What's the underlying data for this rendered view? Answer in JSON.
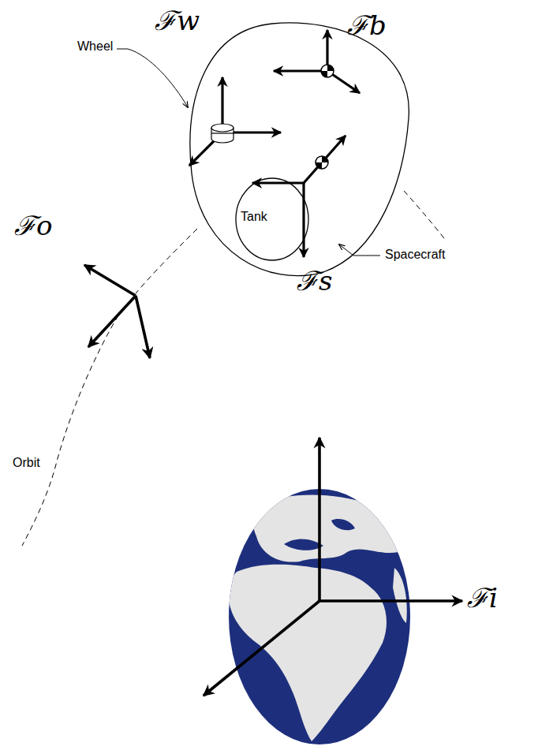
{
  "diagram": {
    "labels": [
      "ℱw",
      "ℱb",
      "Wheel",
      "ℱo",
      "Tank",
      "Spacecraft",
      "ℱs",
      "Orbit",
      "ℱi"
    ]
  }
}
